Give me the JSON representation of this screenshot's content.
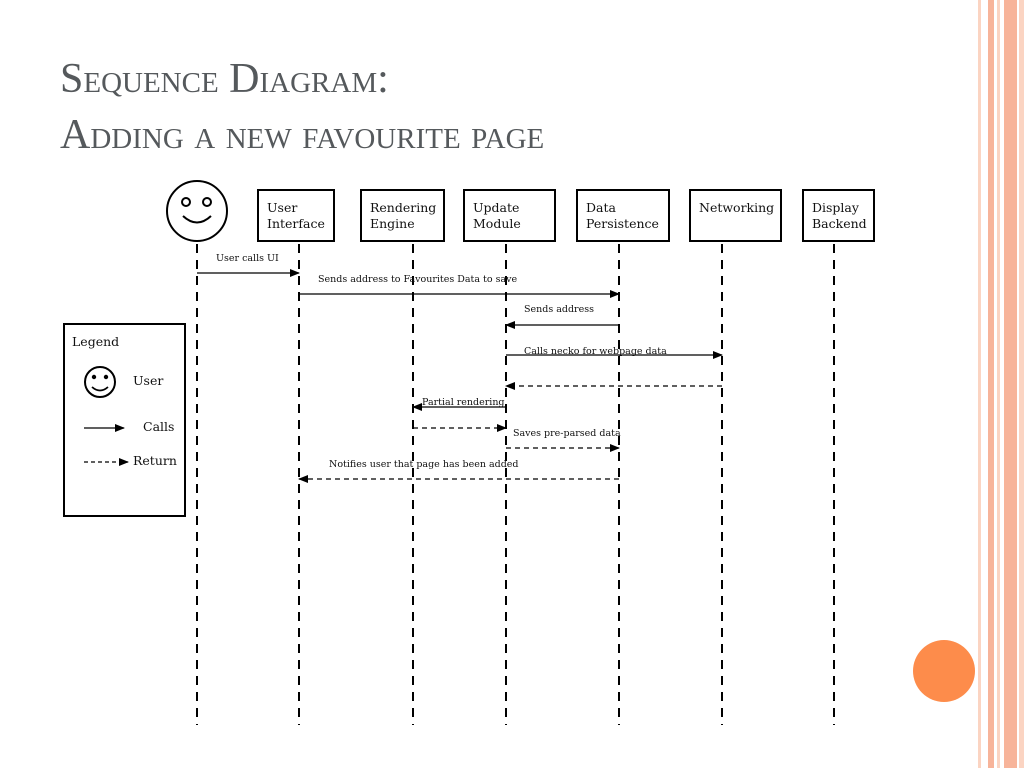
{
  "slide": {
    "title_line1": "Sequence Diagram:",
    "title_line2": "Adding a new favourite page"
  },
  "colors": {
    "title": "#55595c",
    "accent_orange": "#fd8c4b",
    "stripe_light": "#fbd4c2",
    "stripe_mid": "#f7b49a",
    "line": "#000000"
  },
  "actor": {
    "icon": "smiley-face-icon",
    "legend_label": "User"
  },
  "participants": [
    {
      "line1": "User",
      "line2": "Interface"
    },
    {
      "line1": "Rendering",
      "line2": "Engine"
    },
    {
      "line1": "Update",
      "line2": "Module"
    },
    {
      "line1": "Data",
      "line2": "Persistence"
    },
    {
      "line1": "Networking",
      "line2": ""
    },
    {
      "line1": "Display",
      "line2": "Backend"
    }
  ],
  "messages": [
    {
      "from": "User",
      "to": "User Interface",
      "kind": "call",
      "label": "User calls UI"
    },
    {
      "from": "User Interface",
      "to": "Data Persistence",
      "kind": "call",
      "label": "Sends address to Favourites Data to save"
    },
    {
      "from": "Data Persistence",
      "to": "Update Module",
      "kind": "call",
      "label": "Sends address"
    },
    {
      "from": "Update Module",
      "to": "Networking",
      "kind": "call",
      "label": "Calls necko for webpage data"
    },
    {
      "from": "Networking",
      "to": "Update Module",
      "kind": "return",
      "label": ""
    },
    {
      "from": "Update Module",
      "to": "Rendering Engine",
      "kind": "call",
      "label": "Partial rendering"
    },
    {
      "from": "Rendering Engine",
      "to": "Update Module",
      "kind": "return",
      "label": ""
    },
    {
      "from": "Update Module",
      "to": "Data Persistence",
      "kind": "return",
      "label": "Saves pre-parsed data"
    },
    {
      "from": "Data Persistence",
      "to": "User Interface",
      "kind": "return",
      "label": "Notifies user that page has been added"
    }
  ],
  "legend": {
    "title": "Legend",
    "user_label": "User",
    "calls_label": "Calls",
    "return_label": "Return"
  }
}
